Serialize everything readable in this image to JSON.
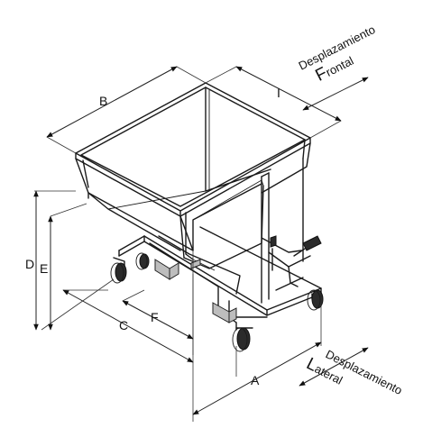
{
  "dimensions": {
    "A": "A",
    "B": "B",
    "C": "C",
    "D": "D",
    "E": "E",
    "F": "F",
    "I": "I"
  },
  "directions": {
    "frontal_line1": "Desplazamiento",
    "frontal_cap": "F",
    "frontal_rest": "rontal",
    "lateral_line1": "Desplazamiento",
    "lateral_cap": "L",
    "lateral_rest": "ateral"
  }
}
